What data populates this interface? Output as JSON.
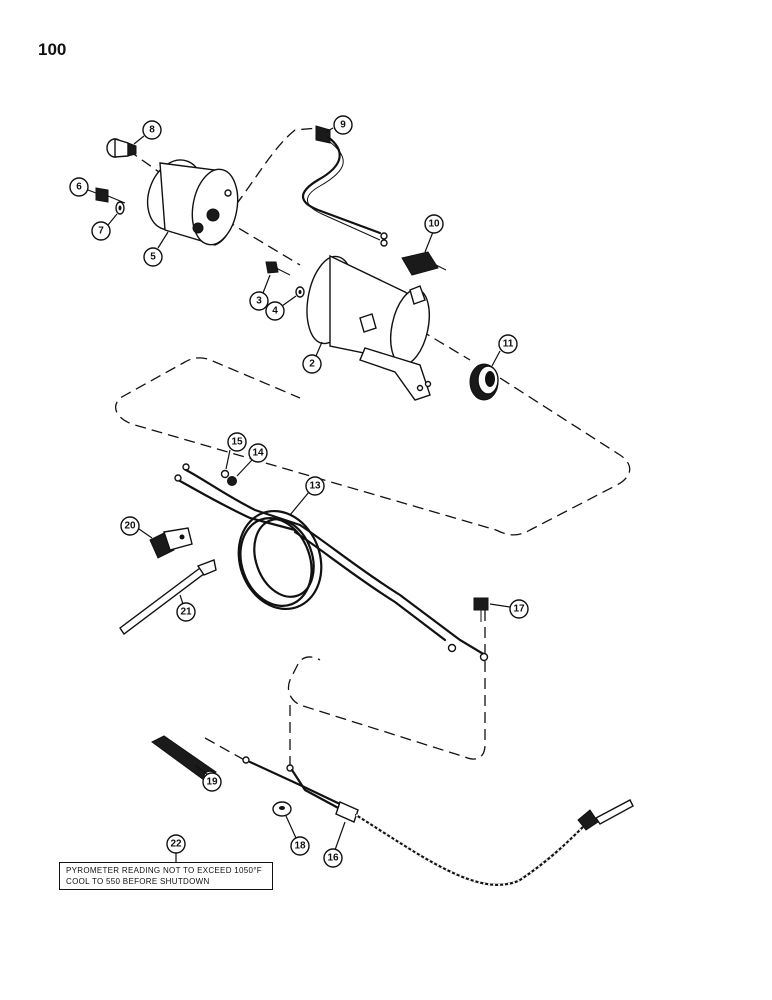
{
  "page_number": "100",
  "decal": {
    "line1": "PYROMETER READING NOT TO EXCEED 1050°F",
    "line2": "COOL TO 550  BEFORE SHUTDOWN"
  },
  "callouts": {
    "c2": "2",
    "c3": "3",
    "c4": "4",
    "c5": "5",
    "c6": "6",
    "c7": "7",
    "c8": "8",
    "c9": "9",
    "c10": "10",
    "c11": "11",
    "c13": "13",
    "c14": "14",
    "c15": "15",
    "c16": "16",
    "c17": "17",
    "c18": "18",
    "c19": "19",
    "c20": "20",
    "c21": "21",
    "c22": "22"
  }
}
